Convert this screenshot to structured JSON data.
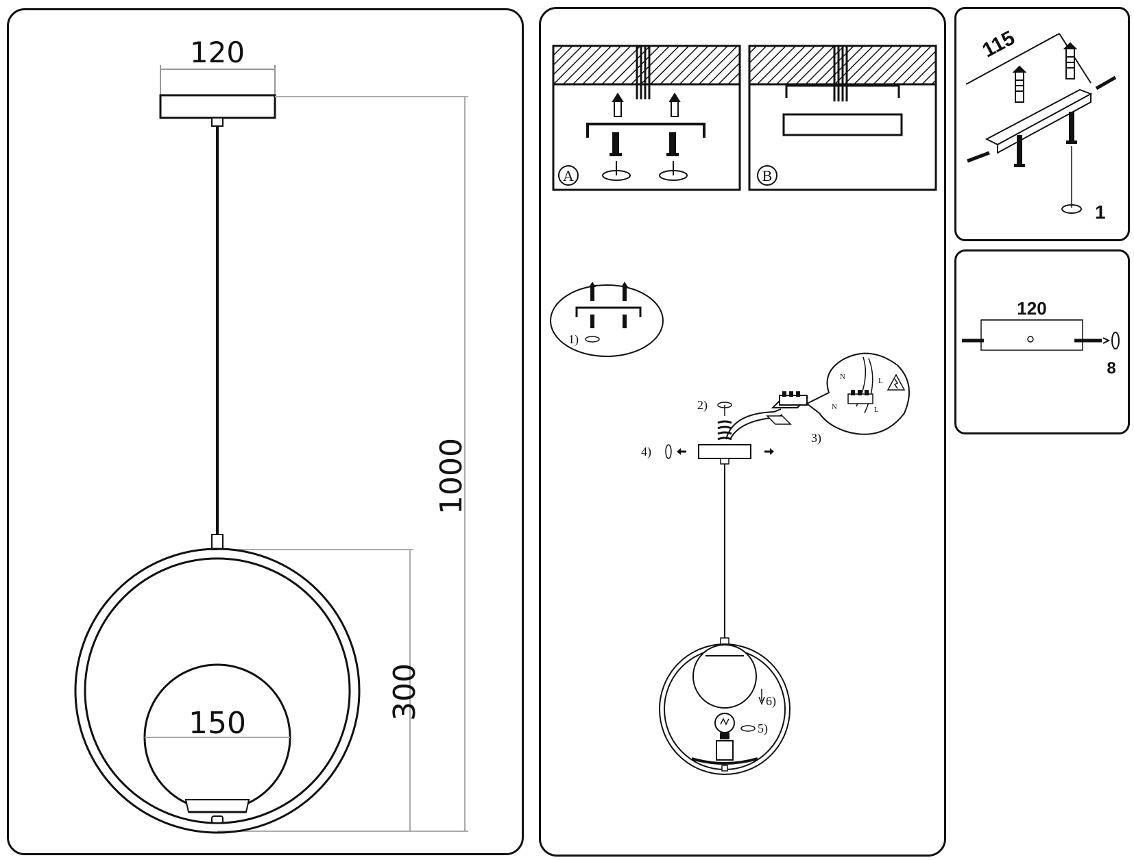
{
  "dimension_drawing": {
    "canopy_width": "120",
    "total_height": "1000",
    "ring_diameter": "300",
    "globe_diameter": "150"
  },
  "ceiling_options": {
    "option_a_label": "A",
    "option_b_label": "B"
  },
  "assembly_steps": {
    "step1": "1)",
    "step2": "2)",
    "step3": "3)",
    "step4": "4)",
    "step5": "5)",
    "step6": "6)"
  },
  "wiring": {
    "neutral_top": "N",
    "live_top": "L",
    "neutral_bottom": "N",
    "live_bottom": "L"
  },
  "bracket_detail": {
    "spacing": "115",
    "anchor_count": "1"
  },
  "canopy_detail": {
    "width": "120",
    "screw_count": "8"
  }
}
